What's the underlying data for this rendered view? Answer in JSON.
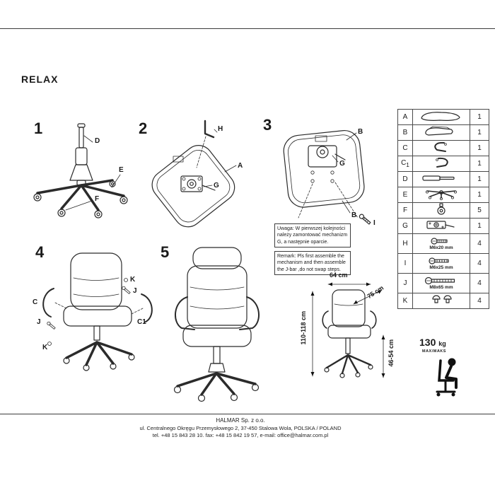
{
  "title": "RELAX",
  "steps": {
    "s1": {
      "num": "1",
      "labels": {
        "d": "D",
        "e": "E",
        "f": "F"
      }
    },
    "s2": {
      "num": "2",
      "labels": {
        "h": "H",
        "a": "A",
        "g": "G"
      }
    },
    "s3": {
      "num": "3",
      "labels": {
        "b_top": "B",
        "g": "G",
        "i": "I",
        "b_bottom": "B"
      }
    },
    "s4": {
      "num": "4",
      "labels": {
        "k_right": "K",
        "j_right": "J",
        "c": "C",
        "c1": "C1",
        "j_left": "J",
        "k_left": "K"
      }
    },
    "s5": {
      "num": "5"
    }
  },
  "notes": {
    "pl": "Uwaga: W pierwszej kolejności należy zamontować mechanizm G, a następnie oparcie.",
    "en": "Remark: Pls first assemble the mechanism and then assemble the J-bar ,do not swap steps."
  },
  "dimensions": {
    "width": "64 cm",
    "depth": "75 cm",
    "height": "110-118 cm",
    "seat_height": "46-54 cm"
  },
  "weight": {
    "value": "130",
    "unit": "kg",
    "limit": "MAX/MAKS"
  },
  "parts": {
    "rows": [
      {
        "id": "A",
        "qty": "1"
      },
      {
        "id": "B",
        "qty": "1"
      },
      {
        "id": "C",
        "qty": "1"
      },
      {
        "id": "C",
        "sub": "1",
        "qty": "1"
      },
      {
        "id": "D",
        "qty": "1"
      },
      {
        "id": "E",
        "qty": "1"
      },
      {
        "id": "F",
        "qty": "5"
      },
      {
        "id": "G",
        "qty": "1"
      },
      {
        "id": "H",
        "size": "M6x20 mm",
        "qty": "4"
      },
      {
        "id": "I",
        "size": "M6x25 mm",
        "qty": "4"
      },
      {
        "id": "J",
        "size": "M8x65 mm",
        "qty": "4"
      },
      {
        "id": "K",
        "qty": "4"
      }
    ]
  },
  "footer": {
    "company": "HALMAR Sp. z o.o.",
    "address": "ul. Centralnego Okręgu Przemysłowego 2, 37-450 Stalowa Wola, POLSKA / POLAND",
    "contact": "tel. +48 15 843 28 10. fax: +48 15 842 19 57,  e-mail: office@halmar.com.pl"
  }
}
